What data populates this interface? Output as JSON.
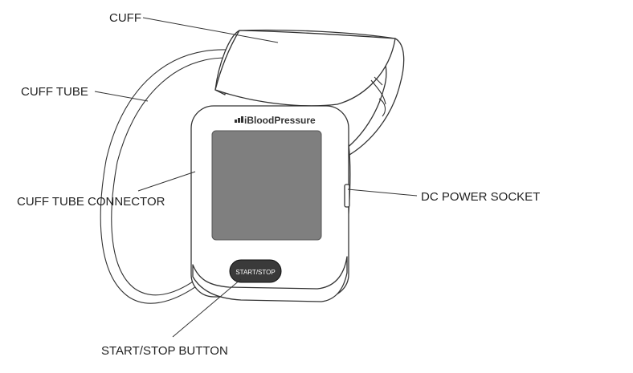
{
  "labels": {
    "cuff": "CUFF",
    "cuff_tube": "CUFF TUBE",
    "cuff_tube_connector": "CUFF TUBE CONNECTOR",
    "dc_power_socket": "DC POWER SOCKET",
    "start_stop_button": "START/STOP BUTTON"
  },
  "device": {
    "brand": "iBloodPressure",
    "button_text": "START/STOP"
  },
  "colors": {
    "screen": "#7f7f7f",
    "outline": "#333333",
    "button": "#3a3a3a"
  }
}
